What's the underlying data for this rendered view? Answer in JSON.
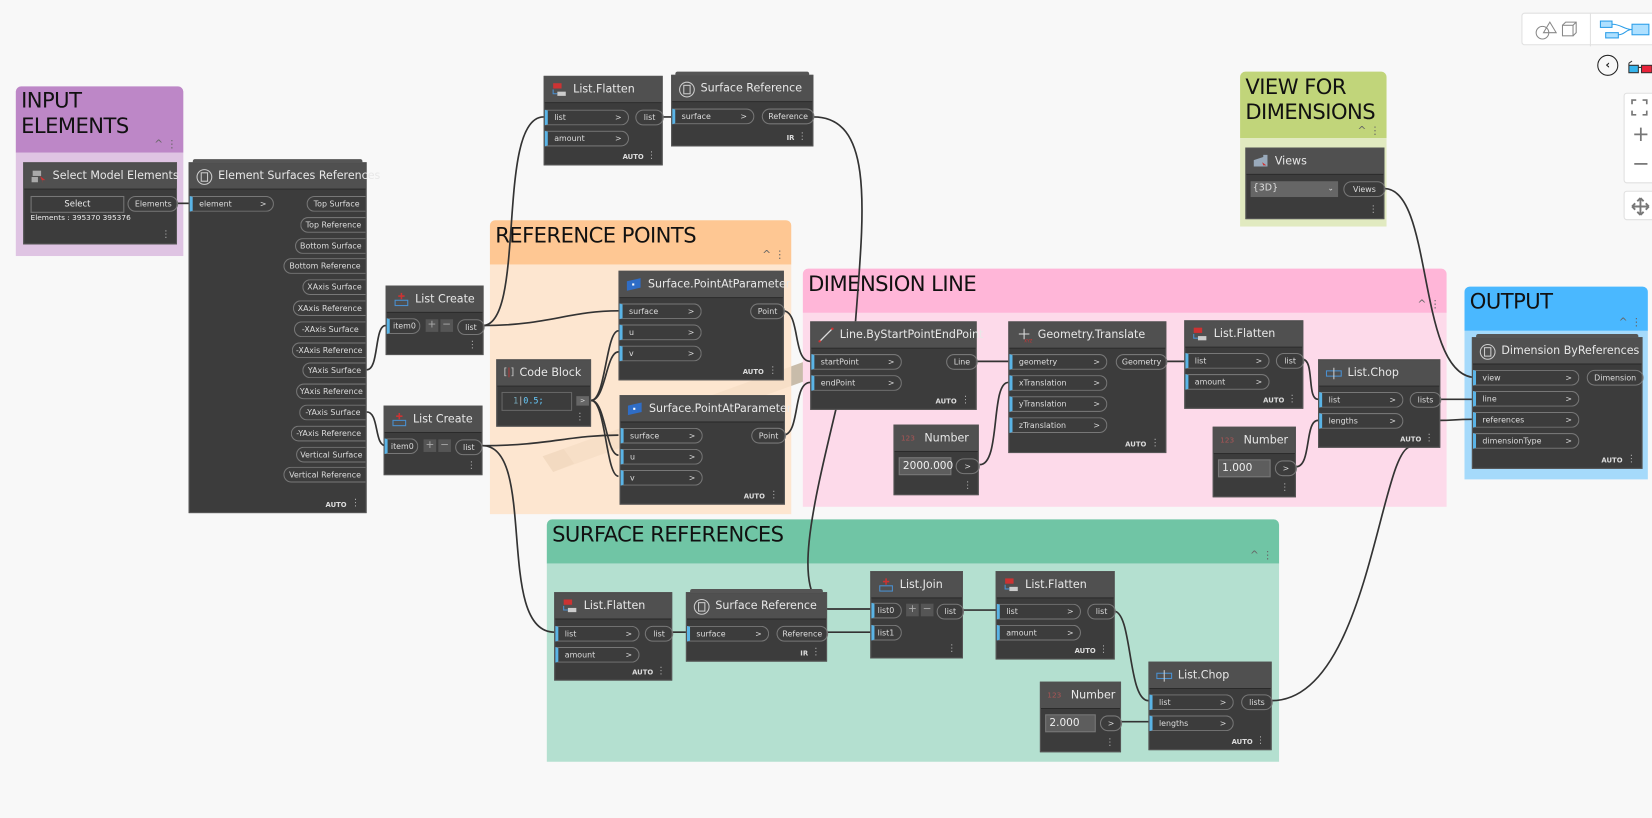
{
  "groups": {
    "input": {
      "title_line1": "INPUT",
      "title_line2": "ELEMENTS",
      "color_head": "#bd87c7",
      "color_body": "#dfc4e3"
    },
    "refpoints": {
      "title": "REFERENCE POINTS",
      "color_head": "#fec793",
      "color_body": "#fde3cb"
    },
    "viewdim": {
      "title_line1": "VIEW FOR",
      "title_line2": "DIMENSIONS",
      "color_head": "#c1d57a",
      "color_body": "#e1eac0"
    },
    "dimline": {
      "title": "DIMENSION LINE",
      "color_head": "#ffb6d8",
      "color_body": "#fddaea"
    },
    "output": {
      "title": "OUTPUT",
      "color_head": "#4ab8ff",
      "color_body": "#a5dafb"
    },
    "surfrefs": {
      "title": "SURFACE REFERENCES",
      "color_head": "#70c5a5",
      "color_body": "#b4e0d0"
    }
  },
  "nodes": {
    "select_model": {
      "title": "Select Model Elements",
      "button": "Select",
      "output": "Elements",
      "status": "Elements : 395370 395376"
    },
    "elem_surfaces": {
      "title": "Element Surfaces References",
      "input": "element",
      "outputs": [
        "Top Surface",
        "Top Reference",
        "Bottom Surface",
        "Bottom Reference",
        "XAxis Surface",
        "XAxis Reference",
        "-XAxis Surface",
        "-XAxis  Reference",
        "YAxis Surface",
        "YAxis Reference",
        "-YAxis Surface",
        "-YAxis Reference",
        "Vertical Surface",
        "Vertical Reference"
      ],
      "lacing": "AUTO"
    },
    "list_create_1": {
      "title": "List Create",
      "input": "item0",
      "output": "list"
    },
    "list_create_2": {
      "title": "List Create",
      "input": "item0",
      "output": "list"
    },
    "flatten_top": {
      "title": "List.Flatten",
      "inputs": [
        "list",
        "amount"
      ],
      "output": "list",
      "lacing": "AUTO"
    },
    "surfref_top": {
      "title": "Surface Reference",
      "input": "surface",
      "output": "Reference",
      "footer": "IR"
    },
    "code_block": {
      "title": "Code Block",
      "line_no": "1",
      "code": "0.5;"
    },
    "pap_1": {
      "title": "Surface.PointAtParameter",
      "inputs": [
        "surface",
        "u",
        "v"
      ],
      "output": "Point",
      "lacing": "AUTO"
    },
    "pap_2": {
      "title": "Surface.PointAtParameter",
      "inputs": [
        "surface",
        "u",
        "v"
      ],
      "output": "Point",
      "lacing": "AUTO"
    },
    "line_sep": {
      "title": "Line.ByStartPointEndPoint",
      "inputs": [
        "startPoint",
        "endPoint"
      ],
      "output": "Line",
      "lacing": "AUTO"
    },
    "number_2000": {
      "title": "Number",
      "value": "2000.000"
    },
    "geo_translate": {
      "title": "Geometry.Translate",
      "inputs": [
        "geometry",
        "xTranslation",
        "yTranslation",
        "zTranslation"
      ],
      "output": "Geometry",
      "lacing": "AUTO"
    },
    "flatten_dim": {
      "title": "List.Flatten",
      "inputs": [
        "list",
        "amount"
      ],
      "output": "list",
      "lacing": "AUTO"
    },
    "number_1": {
      "title": "Number",
      "value": "1.000"
    },
    "chop_dim": {
      "title": "List.Chop",
      "inputs": [
        "list",
        "lengths"
      ],
      "output": "lists",
      "lacing": "AUTO"
    },
    "views": {
      "title": "Views",
      "selected": "{3D}",
      "output": "Views"
    },
    "dim_byrefs": {
      "title": "Dimension ByReferences",
      "inputs": [
        "view",
        "line",
        "references",
        "dimensionType"
      ],
      "output": "Dimension",
      "lacing": "AUTO"
    },
    "flatten_sr": {
      "title": "List.Flatten",
      "inputs": [
        "list",
        "amount"
      ],
      "output": "list",
      "lacing": "AUTO"
    },
    "surfref_sr": {
      "title": "Surface Reference",
      "input": "surface",
      "output": "Reference",
      "footer": "IR"
    },
    "list_join": {
      "title": "List.Join",
      "inputs": [
        "list0",
        "list1"
      ],
      "output": "list"
    },
    "flatten_sr2": {
      "title": "List.Flatten",
      "inputs": [
        "list",
        "amount"
      ],
      "output": "list",
      "lacing": "AUTO"
    },
    "number_2": {
      "title": "Number",
      "value": "2.000"
    },
    "chop_sr": {
      "title": "List.Chop",
      "inputs": [
        "list",
        "lengths"
      ],
      "output": "lists",
      "lacing": "AUTO"
    }
  },
  "toolbar": {
    "view_toggle_geometry": "geometry-view-icon",
    "view_toggle_graph": "graph-view-icon",
    "collapse": "chevron-left-icon",
    "stereo": "3d-glasses-icon",
    "zoom_fit": "fit-view-icon",
    "zoom_in": "+",
    "zoom_out": "−",
    "pan": "pan-icon"
  },
  "common": {
    "plus": "+",
    "minus": "−",
    "arrow": ">",
    "dots": "⋮",
    "collapse_glyph": "^ ⋮"
  }
}
